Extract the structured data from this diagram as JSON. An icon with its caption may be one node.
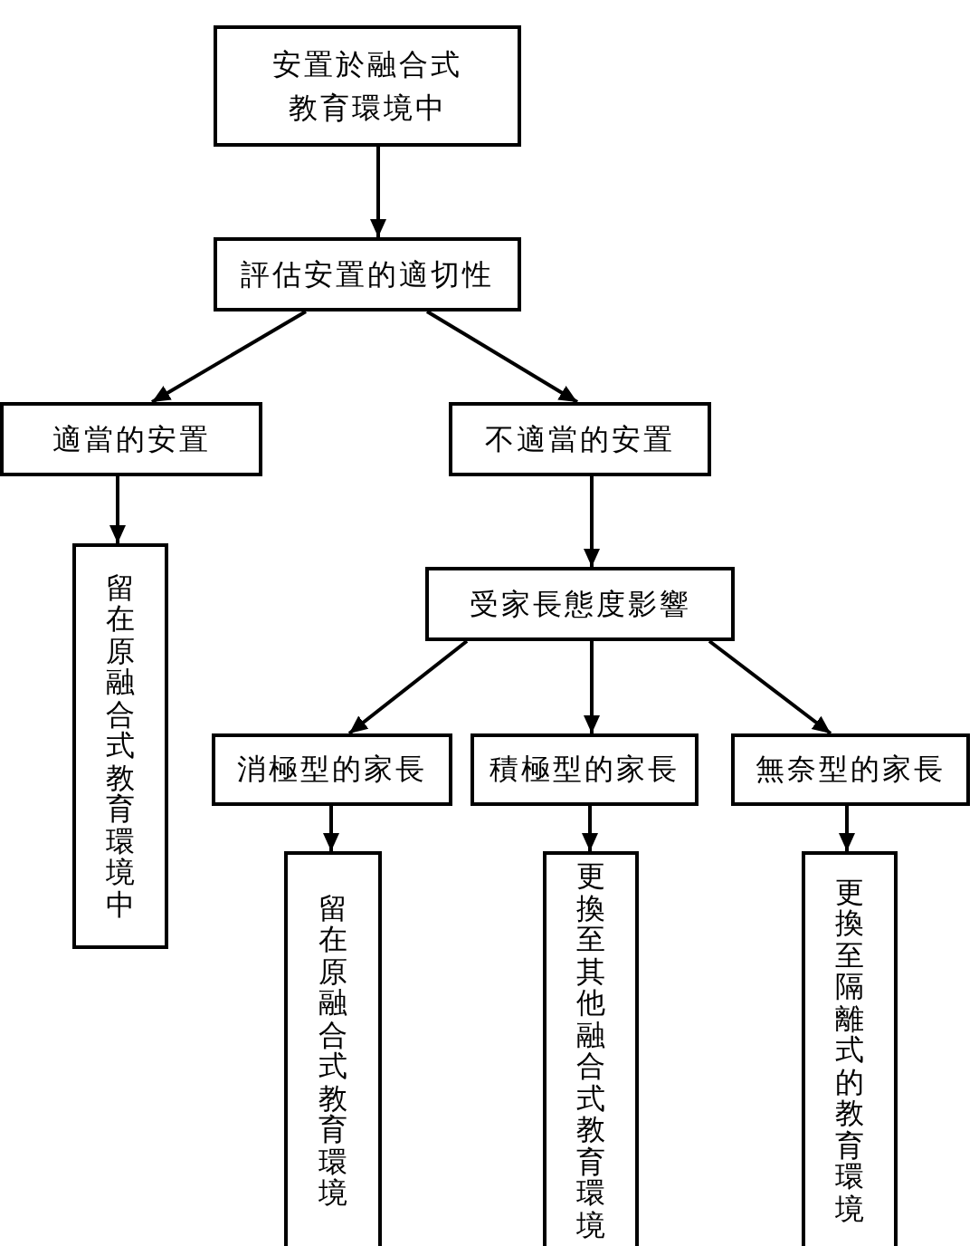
{
  "diagram": {
    "nodes": [
      {
        "text": [
          "安置於融合式教育環境中"
        ]
      },
      {
        "text": [
          "評估安置的適切性"
        ]
      },
      {
        "text": [
          "適當的安置"
        ]
      },
      {
        "text": [
          "不適當的安置"
        ]
      },
      {
        "text": [
          "留在原融合式教育環境中"
        ]
      },
      {
        "text": [
          "受家長態度影響"
        ]
      },
      {
        "text": [
          "消極型的家長"
        ]
      },
      {
        "text": [
          "積極型的家長"
        ]
      },
      {
        "text": [
          "無奈型的家長"
        ]
      },
      {
        "text": [
          "留在原融合式教育環境"
        ]
      },
      {
        "text": [
          "更換至其他融合式教育環境"
        ]
      },
      {
        "text": [
          "更換至隔離式的教育環境"
        ]
      }
    ],
    "edges": [
      {
        "from": 0,
        "to": 1,
        "arrow": "to"
      },
      {
        "from": 1,
        "to": 2,
        "arrow": "to"
      },
      {
        "from": 1,
        "to": 3,
        "arrow": "to"
      },
      {
        "from": 2,
        "to": 4,
        "arrow": "to"
      },
      {
        "from": 3,
        "to": 5,
        "arrow": "to"
      },
      {
        "from": 5,
        "to": 6,
        "arrow": "to"
      },
      {
        "from": 5,
        "to": 7,
        "arrow": "to"
      },
      {
        "from": 5,
        "to": 8,
        "arrow": "to"
      },
      {
        "from": 6,
        "to": 9,
        "arrow": "to"
      },
      {
        "from": 7,
        "to": 10,
        "arrow": "to"
      },
      {
        "from": 8,
        "to": 11,
        "arrow": "to"
      }
    ]
  }
}
